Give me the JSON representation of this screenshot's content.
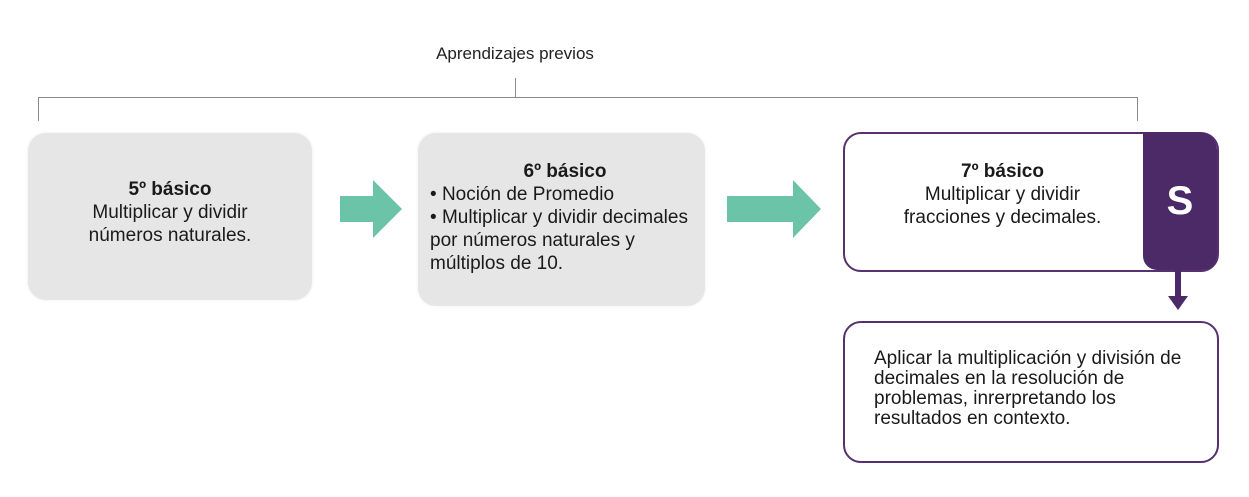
{
  "header": {
    "label": "Aprendizajes previos"
  },
  "boxes": {
    "grade5": {
      "title": "5º básico",
      "line1": "Multiplicar y dividir",
      "line2": "números naturales."
    },
    "grade6": {
      "title": "6º básico",
      "bullets": [
        "Noción de Promedio",
        "Multiplicar y dividir decimales por números naturales y múltiplos de 10."
      ]
    },
    "grade7": {
      "title": "7º básico",
      "line1": "Multiplicar y dividir",
      "line2": "fracciones y decimales."
    },
    "badge": {
      "letter": "S"
    },
    "goal": {
      "text": "Aplicar la multiplicación y división de decimales en la resolución de problemas, inrerpretando los resultados en contexto."
    }
  },
  "colors": {
    "arrow": "#6cc4a8",
    "purple": "#4c2a68",
    "grey_box": "#e6e6e6"
  },
  "icons": {
    "flow_arrow": "arrow-right-icon",
    "down_arrow": "arrow-down-icon"
  }
}
